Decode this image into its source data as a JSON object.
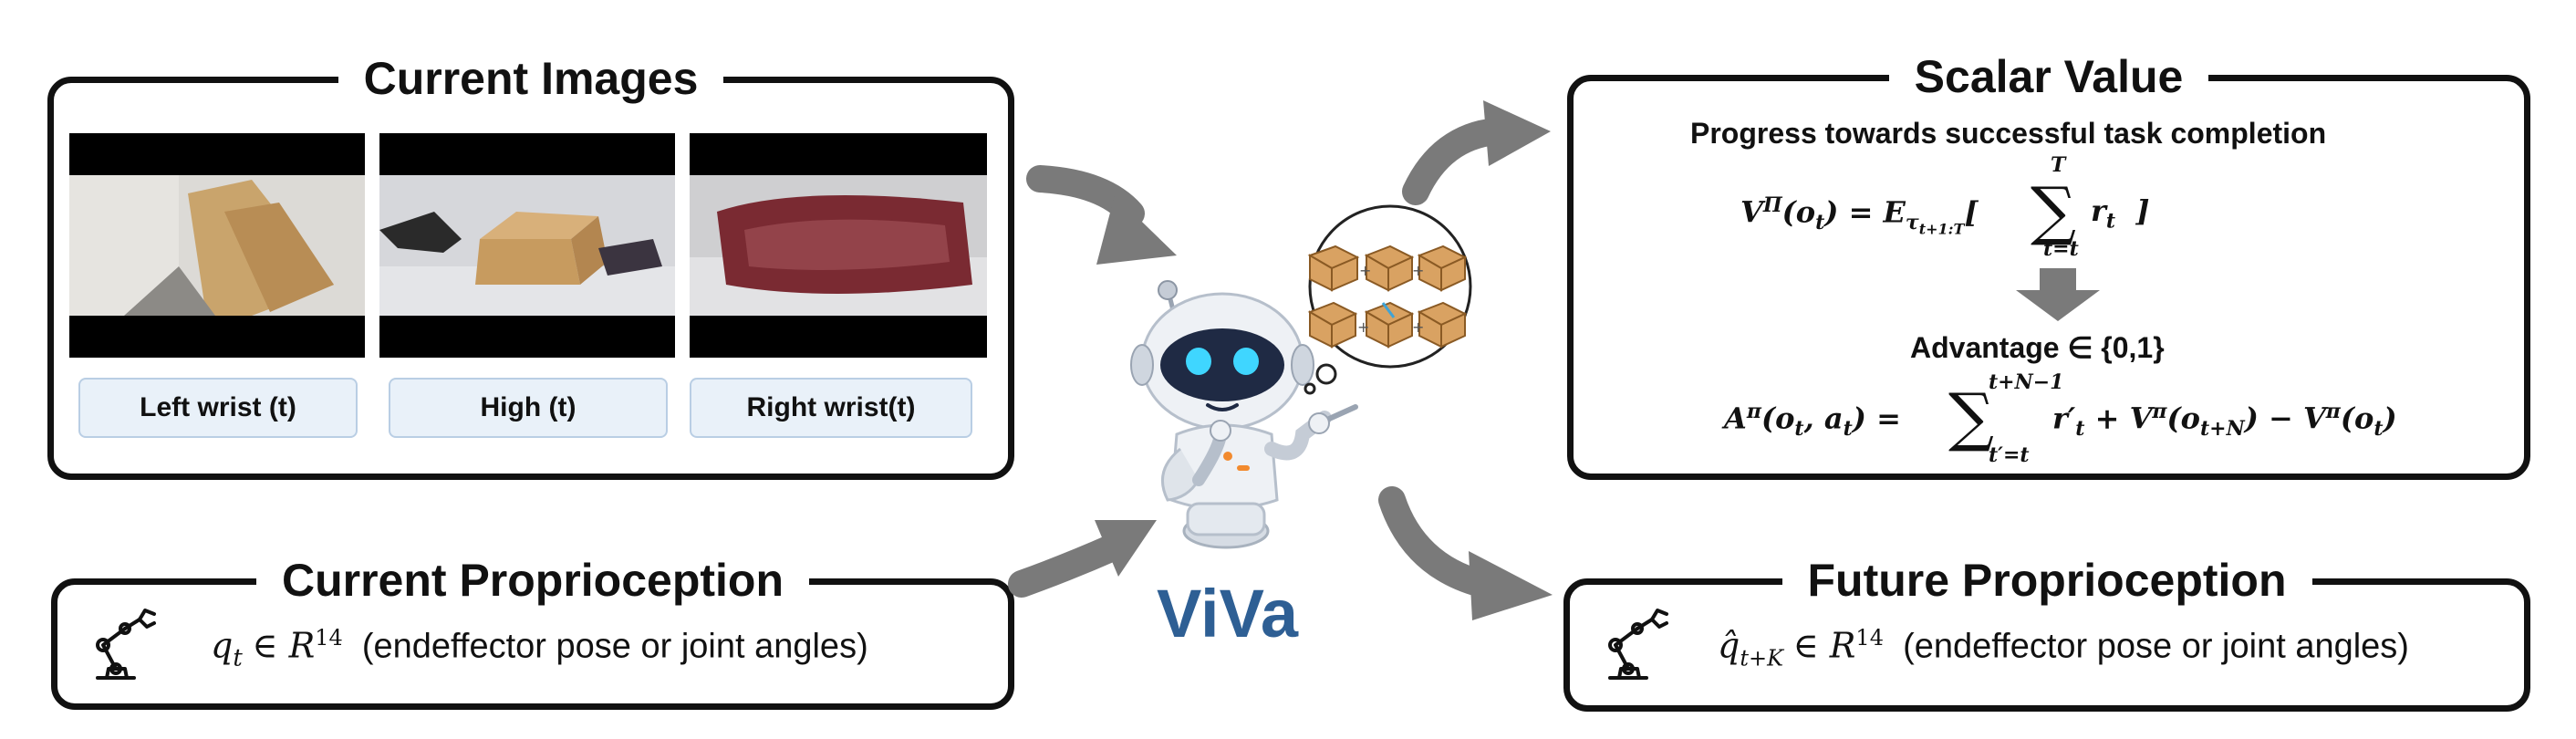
{
  "current_images": {
    "title": "Current Images",
    "cameras": [
      {
        "label": "Left wrist (t)"
      },
      {
        "label": "High (t)"
      },
      {
        "label": "Right wrist(t)"
      }
    ]
  },
  "current_proprioception": {
    "title": "Current Proprioception",
    "symbol": "q",
    "subscript": "t",
    "space": "R",
    "dim": "14",
    "description": "(endeffector pose or joint angles)"
  },
  "center": {
    "model_name": "ViVa"
  },
  "scalar_value": {
    "title": "Scalar Value",
    "subtitle": "Progress towards successful task completion",
    "advantage_label": "Advantage ∈ {0,1}"
  },
  "future_proprioception": {
    "title": "Future Proprioception",
    "symbol": "q̂",
    "subscript": "t+K",
    "space": "R",
    "dim": "14",
    "description": "(endeffector pose or joint angles)"
  },
  "colors": {
    "arrow": "#7a7a7a",
    "label_bg": "#e9f1f9",
    "model_name": "#2e5f94",
    "box_tan": "#d9a262"
  }
}
